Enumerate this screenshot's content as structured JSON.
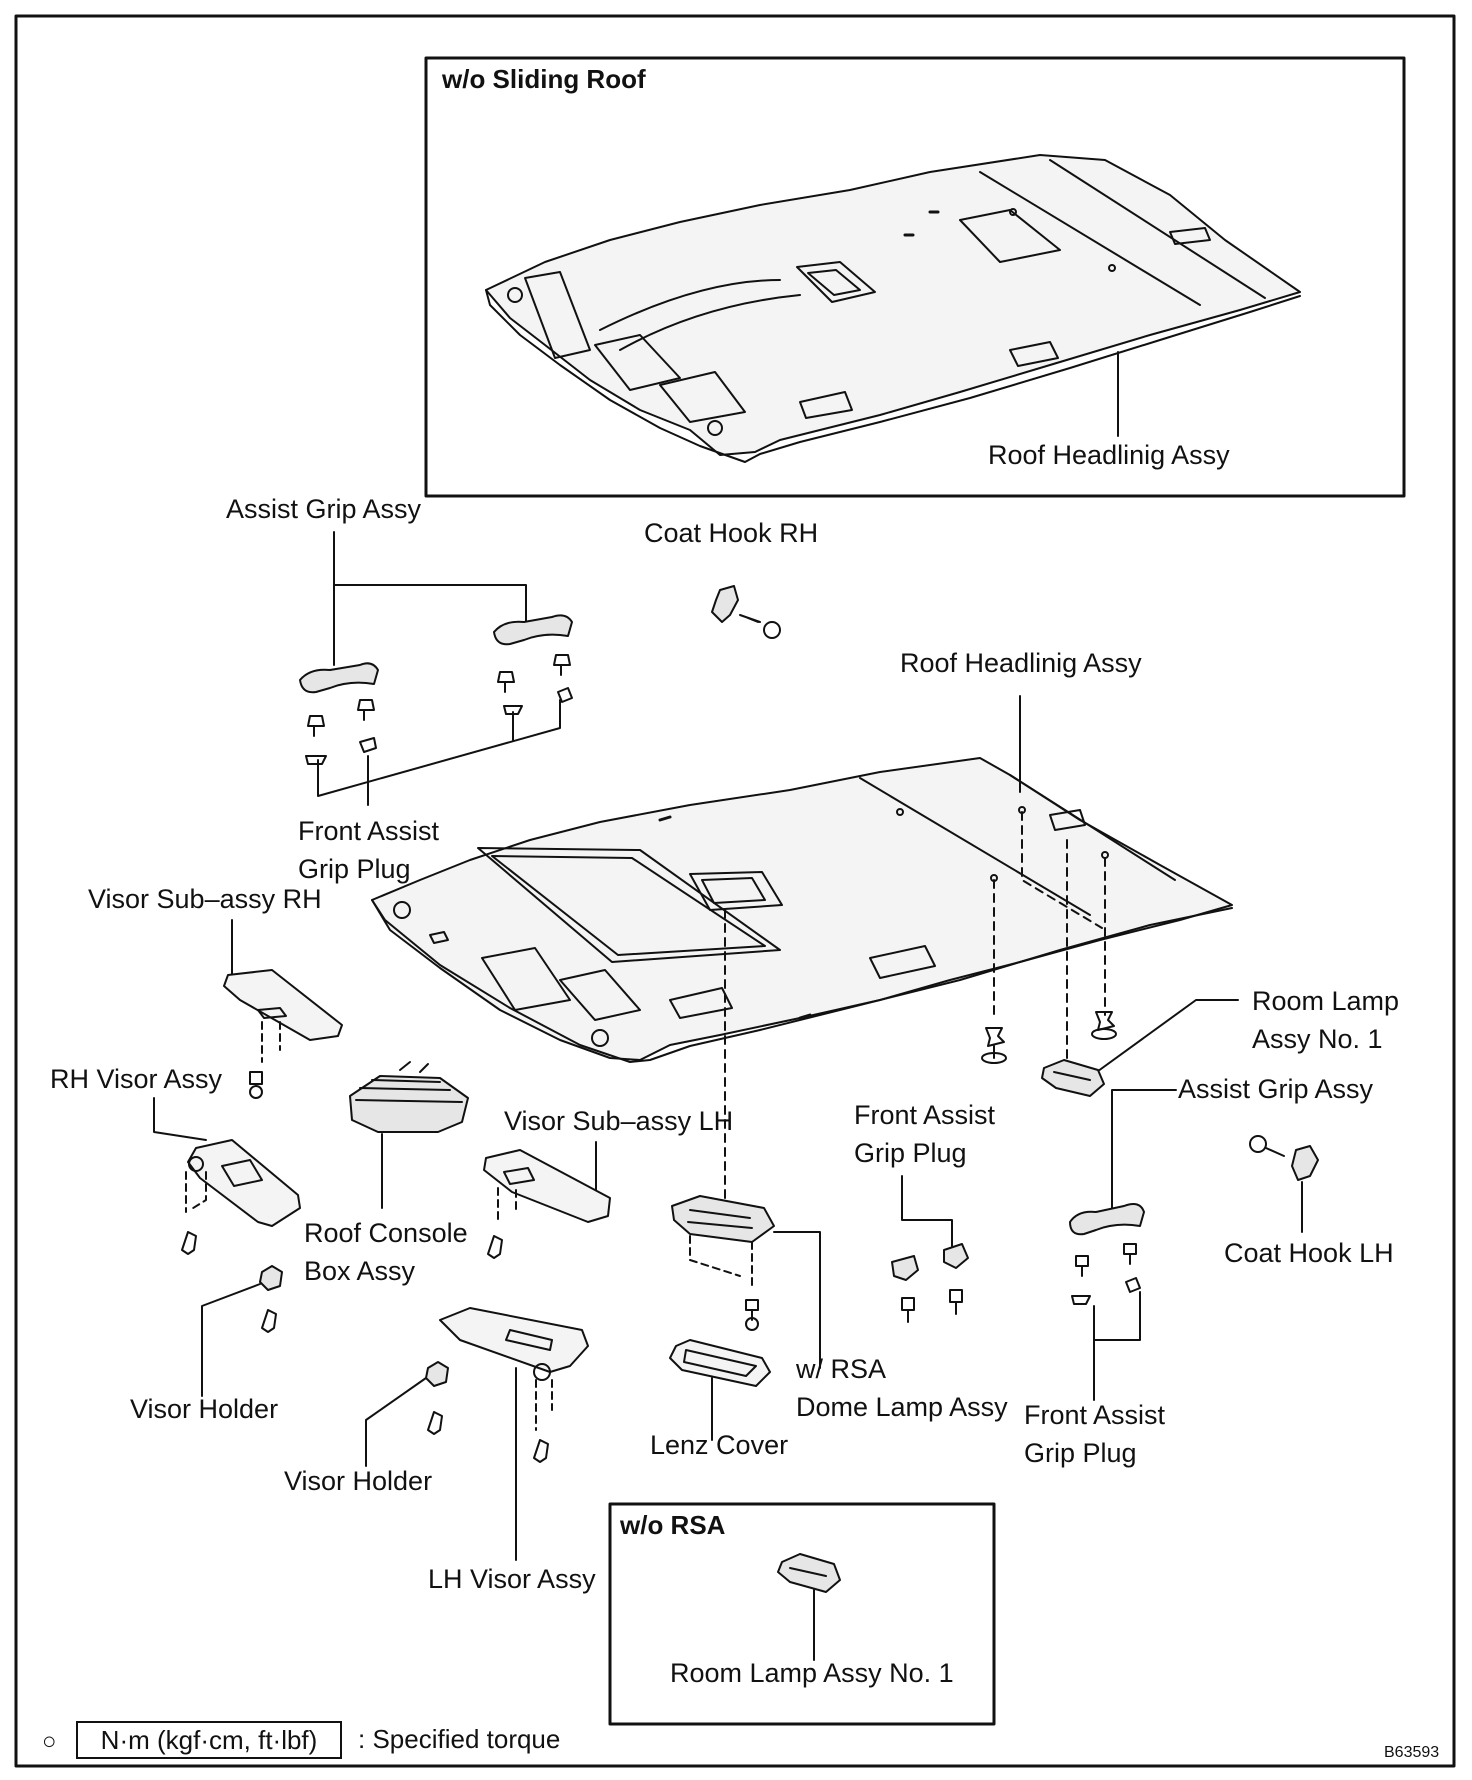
{
  "inset_sliding_roof": {
    "title": "w/o Sliding Roof",
    "part_label": "Roof Headlinig Assy"
  },
  "labels": {
    "assist_grip_top": "Assist Grip Assy",
    "coat_hook_rh": "Coat Hook RH",
    "roof_headlining_main": "Roof Headlinig Assy",
    "front_assist_grip_plug_top": [
      "Front Assist",
      "Grip Plug"
    ],
    "visor_sub_rh": "Visor Sub–assy RH",
    "room_lamp_no1": [
      "Room Lamp",
      "Assy No. 1"
    ],
    "rh_visor_assy": "RH Visor Assy",
    "assist_grip_right": "Assist Grip Assy",
    "visor_sub_lh": "Visor Sub–assy LH",
    "front_assist_grip_plug_mid": [
      "Front Assist",
      "Grip Plug"
    ],
    "coat_hook_lh": "Coat Hook LH",
    "roof_console_box": [
      "Roof Console",
      "Box Assy"
    ],
    "visor_holder_left": "Visor Holder",
    "dome_lamp": [
      "w/ RSA",
      "Dome Lamp Assy"
    ],
    "front_assist_grip_plug_right": [
      "Front Assist",
      "Grip Plug"
    ],
    "lenz_cover": "Lenz Cover",
    "visor_holder_center": "Visor Holder",
    "lh_visor_assy": "LH Visor Assy"
  },
  "inset_rsa": {
    "title": "w/o RSA",
    "part_label": "Room Lamp Assy No. 1"
  },
  "legend": {
    "mark": "○",
    "box_text": "N·m (kgf·cm, ft·lbf)",
    "text": ": Specified torque"
  },
  "figure_code": "B63593"
}
